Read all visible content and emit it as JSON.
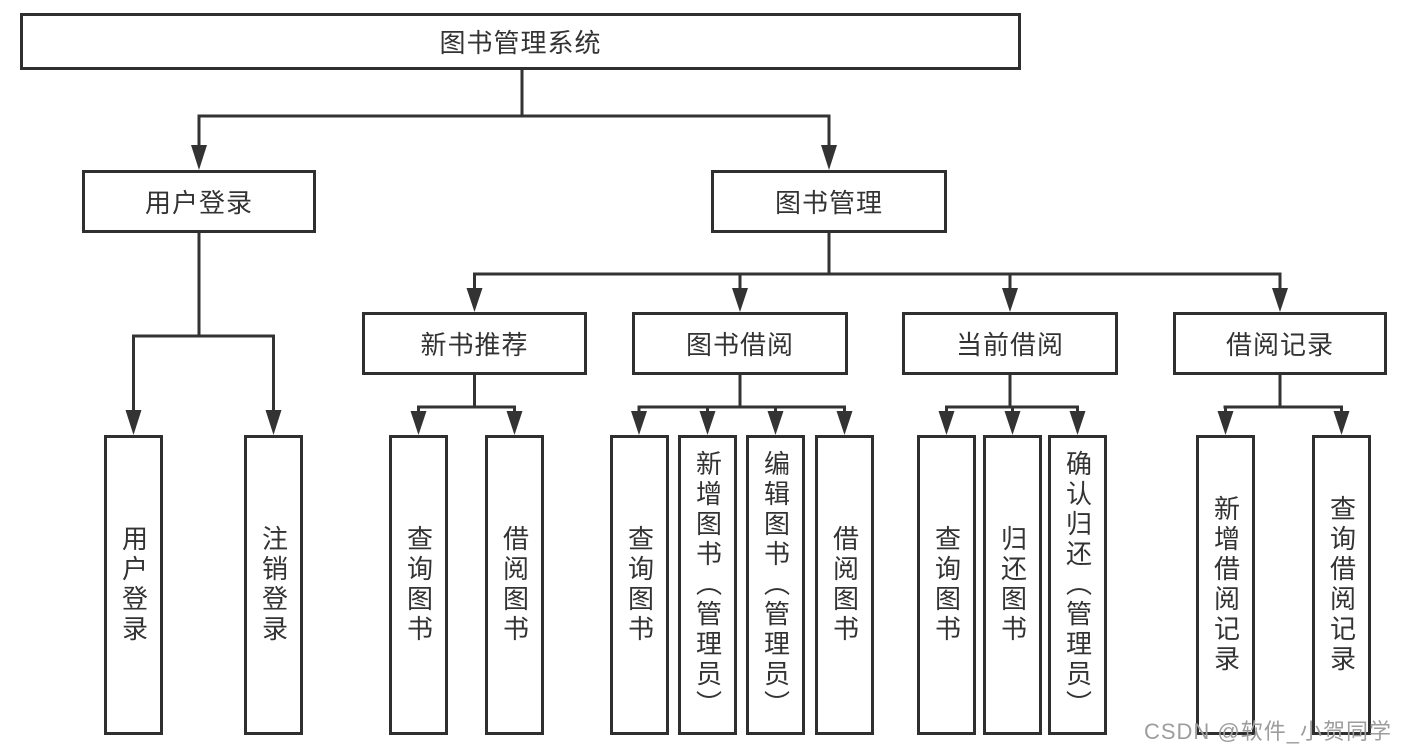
{
  "tree": {
    "root": {
      "label": "图书管理系统",
      "children": [
        {
          "label": "用户登录",
          "children": [
            {
              "label": "用户登录"
            },
            {
              "label": "注销登录"
            }
          ]
        },
        {
          "label": "图书管理",
          "children": [
            {
              "label": "新书推荐",
              "children": [
                {
                  "label": "查询图书"
                },
                {
                  "label": "借阅图书"
                }
              ]
            },
            {
              "label": "图书借阅",
              "children": [
                {
                  "label": "查询图书"
                },
                {
                  "label": "新增图书（管理员）"
                },
                {
                  "label": "编辑图书（管理员）"
                },
                {
                  "label": "借阅图书"
                }
              ]
            },
            {
              "label": "当前借阅",
              "children": [
                {
                  "label": "查询图书"
                },
                {
                  "label": "归还图书"
                },
                {
                  "label": "确认归还（管理员）"
                }
              ]
            },
            {
              "label": "借阅记录",
              "children": [
                {
                  "label": "新增借阅记录"
                },
                {
                  "label": "查询借阅记录"
                }
              ]
            }
          ]
        }
      ]
    }
  },
  "watermark": "CSDN @软件_小贺同学",
  "colors": {
    "line": "#333333",
    "box_border": "#2f2f2f",
    "text": "#333333",
    "watermark": "#9d9d9d",
    "background": "#ffffff"
  }
}
